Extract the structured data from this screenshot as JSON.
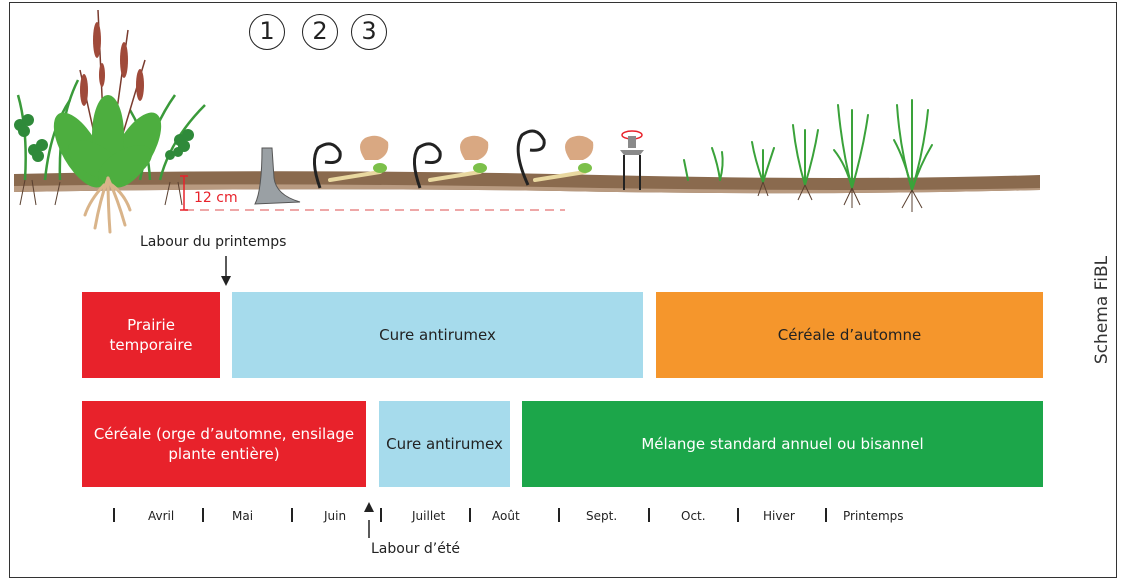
{
  "steps": [
    "1",
    "2",
    "3"
  ],
  "depth_label": "12 cm",
  "spring_plough_label": "Labour du printemps",
  "summer_plough_label": "Labour d’été",
  "row1": {
    "prairie": "Prairie temporaire",
    "cure": "Cure antirumex",
    "cereale": "Céréale d’automne"
  },
  "row2": {
    "cereale": "Céréale (orge d’automne, ensilage plante entière)",
    "cure": "Cure antirumex",
    "melange": "Mélange standard annuel ou bisannel"
  },
  "months": [
    "Avril",
    "Mai",
    "Juin",
    "Juillet",
    "Août",
    "Sept.",
    "Oct.",
    "Hiver",
    "Printemps"
  ],
  "credit": "Schema FiBL",
  "colors": {
    "red": "#e8222b",
    "blue": "#a6dbec",
    "orange": "#f5962c",
    "green": "#1ca64a",
    "soil": "#8a6a4e"
  }
}
